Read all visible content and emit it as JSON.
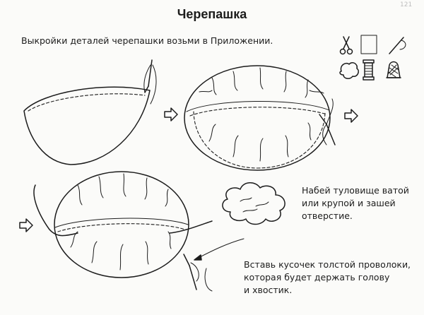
{
  "page": {
    "title": "Черепашка",
    "page_number": "121"
  },
  "instructions": {
    "patterns": "Выкройки деталей черепашки возьми в Приложении.",
    "stuffing": [
      "Набей туловище ватой",
      "или крупой и зашей",
      "отверстие."
    ],
    "wire": [
      "Вставь кусочек толстой проволоки,",
      "которая будет держать голову",
      "и хвостик."
    ]
  },
  "materials": [
    {
      "icon": "scissors-icon"
    },
    {
      "icon": "fabric-square-icon"
    },
    {
      "icon": "needle-thread-icon"
    },
    {
      "icon": "cotton-wool-icon"
    },
    {
      "icon": "thread-spool-icon"
    },
    {
      "icon": "thimble-icon"
    }
  ],
  "steps": [
    {
      "icon": "pattern-piece-step"
    },
    {
      "icon": "sewn-shell-step"
    },
    {
      "icon": "stuffed-body-step"
    }
  ]
}
